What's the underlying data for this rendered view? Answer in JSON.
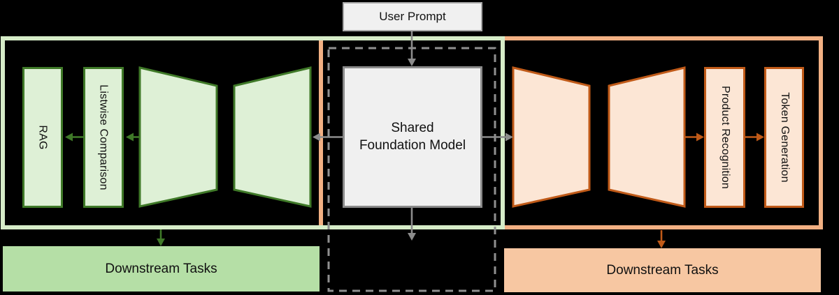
{
  "colors": {
    "gray_fill": "#f0f0f0",
    "green_panel_border": "#d6ecc8",
    "green_fill": "#def0d6",
    "green_border": "#3f7928",
    "green_downstream_fill": "#b5dfa6",
    "orange_panel_border": "#f2b083",
    "orange_fill": "#fce6d5",
    "orange_border": "#c05a18",
    "orange_downstream_fill": "#f7c7a2"
  },
  "center": {
    "user_prompt_label": "User Prompt",
    "model_label": "Shared\nFoundation Model"
  },
  "left_branch": {
    "rag_label": "RAG",
    "listwise_label": "Listwise Comparison",
    "downstream_label": "Downstream Tasks"
  },
  "right_branch": {
    "product_label": "Product Recognition",
    "token_label": "Token Generation",
    "downstream_label": "Downstream Tasks"
  }
}
